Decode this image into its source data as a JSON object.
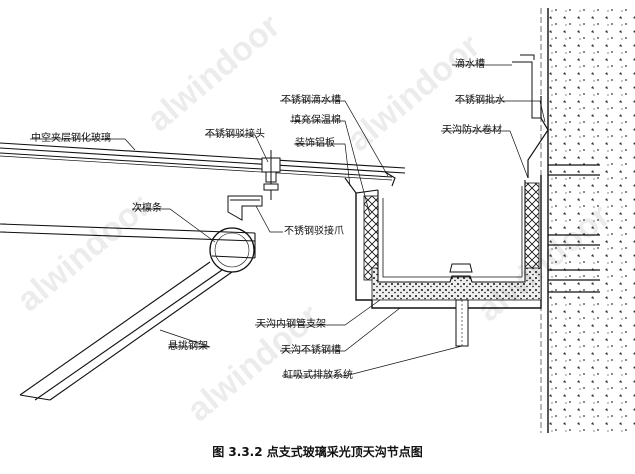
{
  "figure": {
    "caption": "图 3.3.2    点支式玻璃采光顶天沟节点图",
    "watermark": "alwindoor"
  },
  "labels": {
    "drip_groove": "滴水槽",
    "ss_drip_groove": "不锈钢滴水槽",
    "ss_flashing": "不锈钢批水",
    "filler_insulation": "填充保温棉",
    "gutter_membrane": "天沟防水卷材",
    "decor_aluminum": "装饰铝板",
    "glass": "中空夹层钢化玻璃",
    "ss_connector_head": "不锈钢驳接头",
    "secondary_purlin": "次檩条",
    "ss_connector_claw": "不锈钢驳接爪",
    "gutter_steel_bracket": "天沟内钢管支架",
    "cantilever_frame": "悬挑钢架",
    "ss_gutter": "天沟不锈钢槽",
    "siphon_drain": "虹吸式排放系统"
  }
}
